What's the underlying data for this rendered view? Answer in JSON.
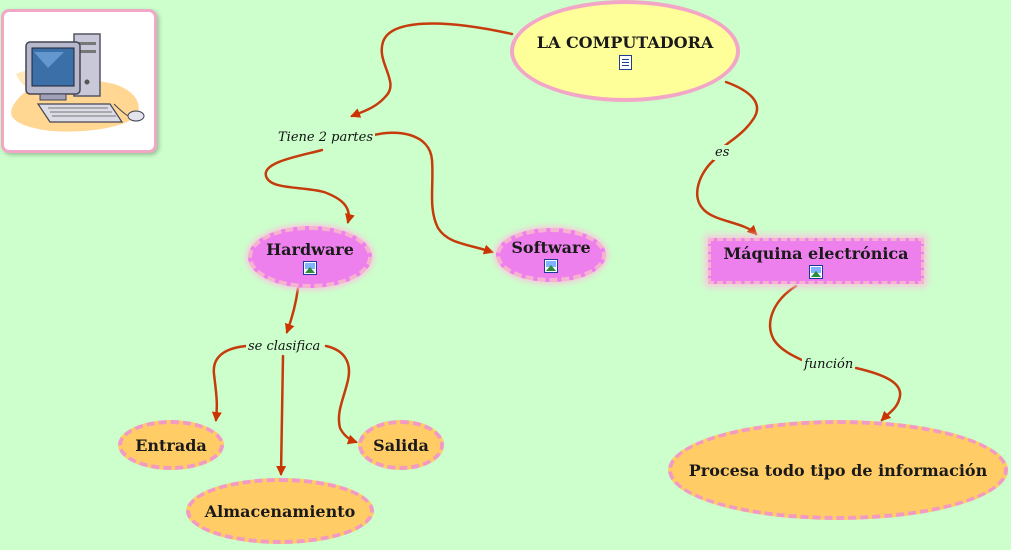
{
  "nodes": {
    "root": {
      "label": "LA COMPUTADORA",
      "icon": "document-icon"
    },
    "hardware": {
      "label": "Hardware",
      "icon": "image-icon"
    },
    "software": {
      "label": "Software",
      "icon": "image-icon"
    },
    "maquina": {
      "label": "Máquina electrónica",
      "icon": "image-icon"
    },
    "entrada": {
      "label": "Entrada"
    },
    "salida": {
      "label": "Salida"
    },
    "almacenamiento": {
      "label": "Almacenamiento"
    },
    "procesa": {
      "label": "Procesa todo tipo de información"
    }
  },
  "links": {
    "tiene": "Tiene 2 partes",
    "es": "es",
    "clasifica": "se clasifica",
    "funcion": "función"
  },
  "picture": {
    "icon": "computer-clipart-icon"
  },
  "colors": {
    "background": "#ccffcc",
    "arrow": "#cc3300",
    "root_fill": "#ffff99",
    "pink_node_fill": "#ee80ee",
    "orange_node_fill": "#ffcc66",
    "node_border": "#f3a7c6"
  }
}
